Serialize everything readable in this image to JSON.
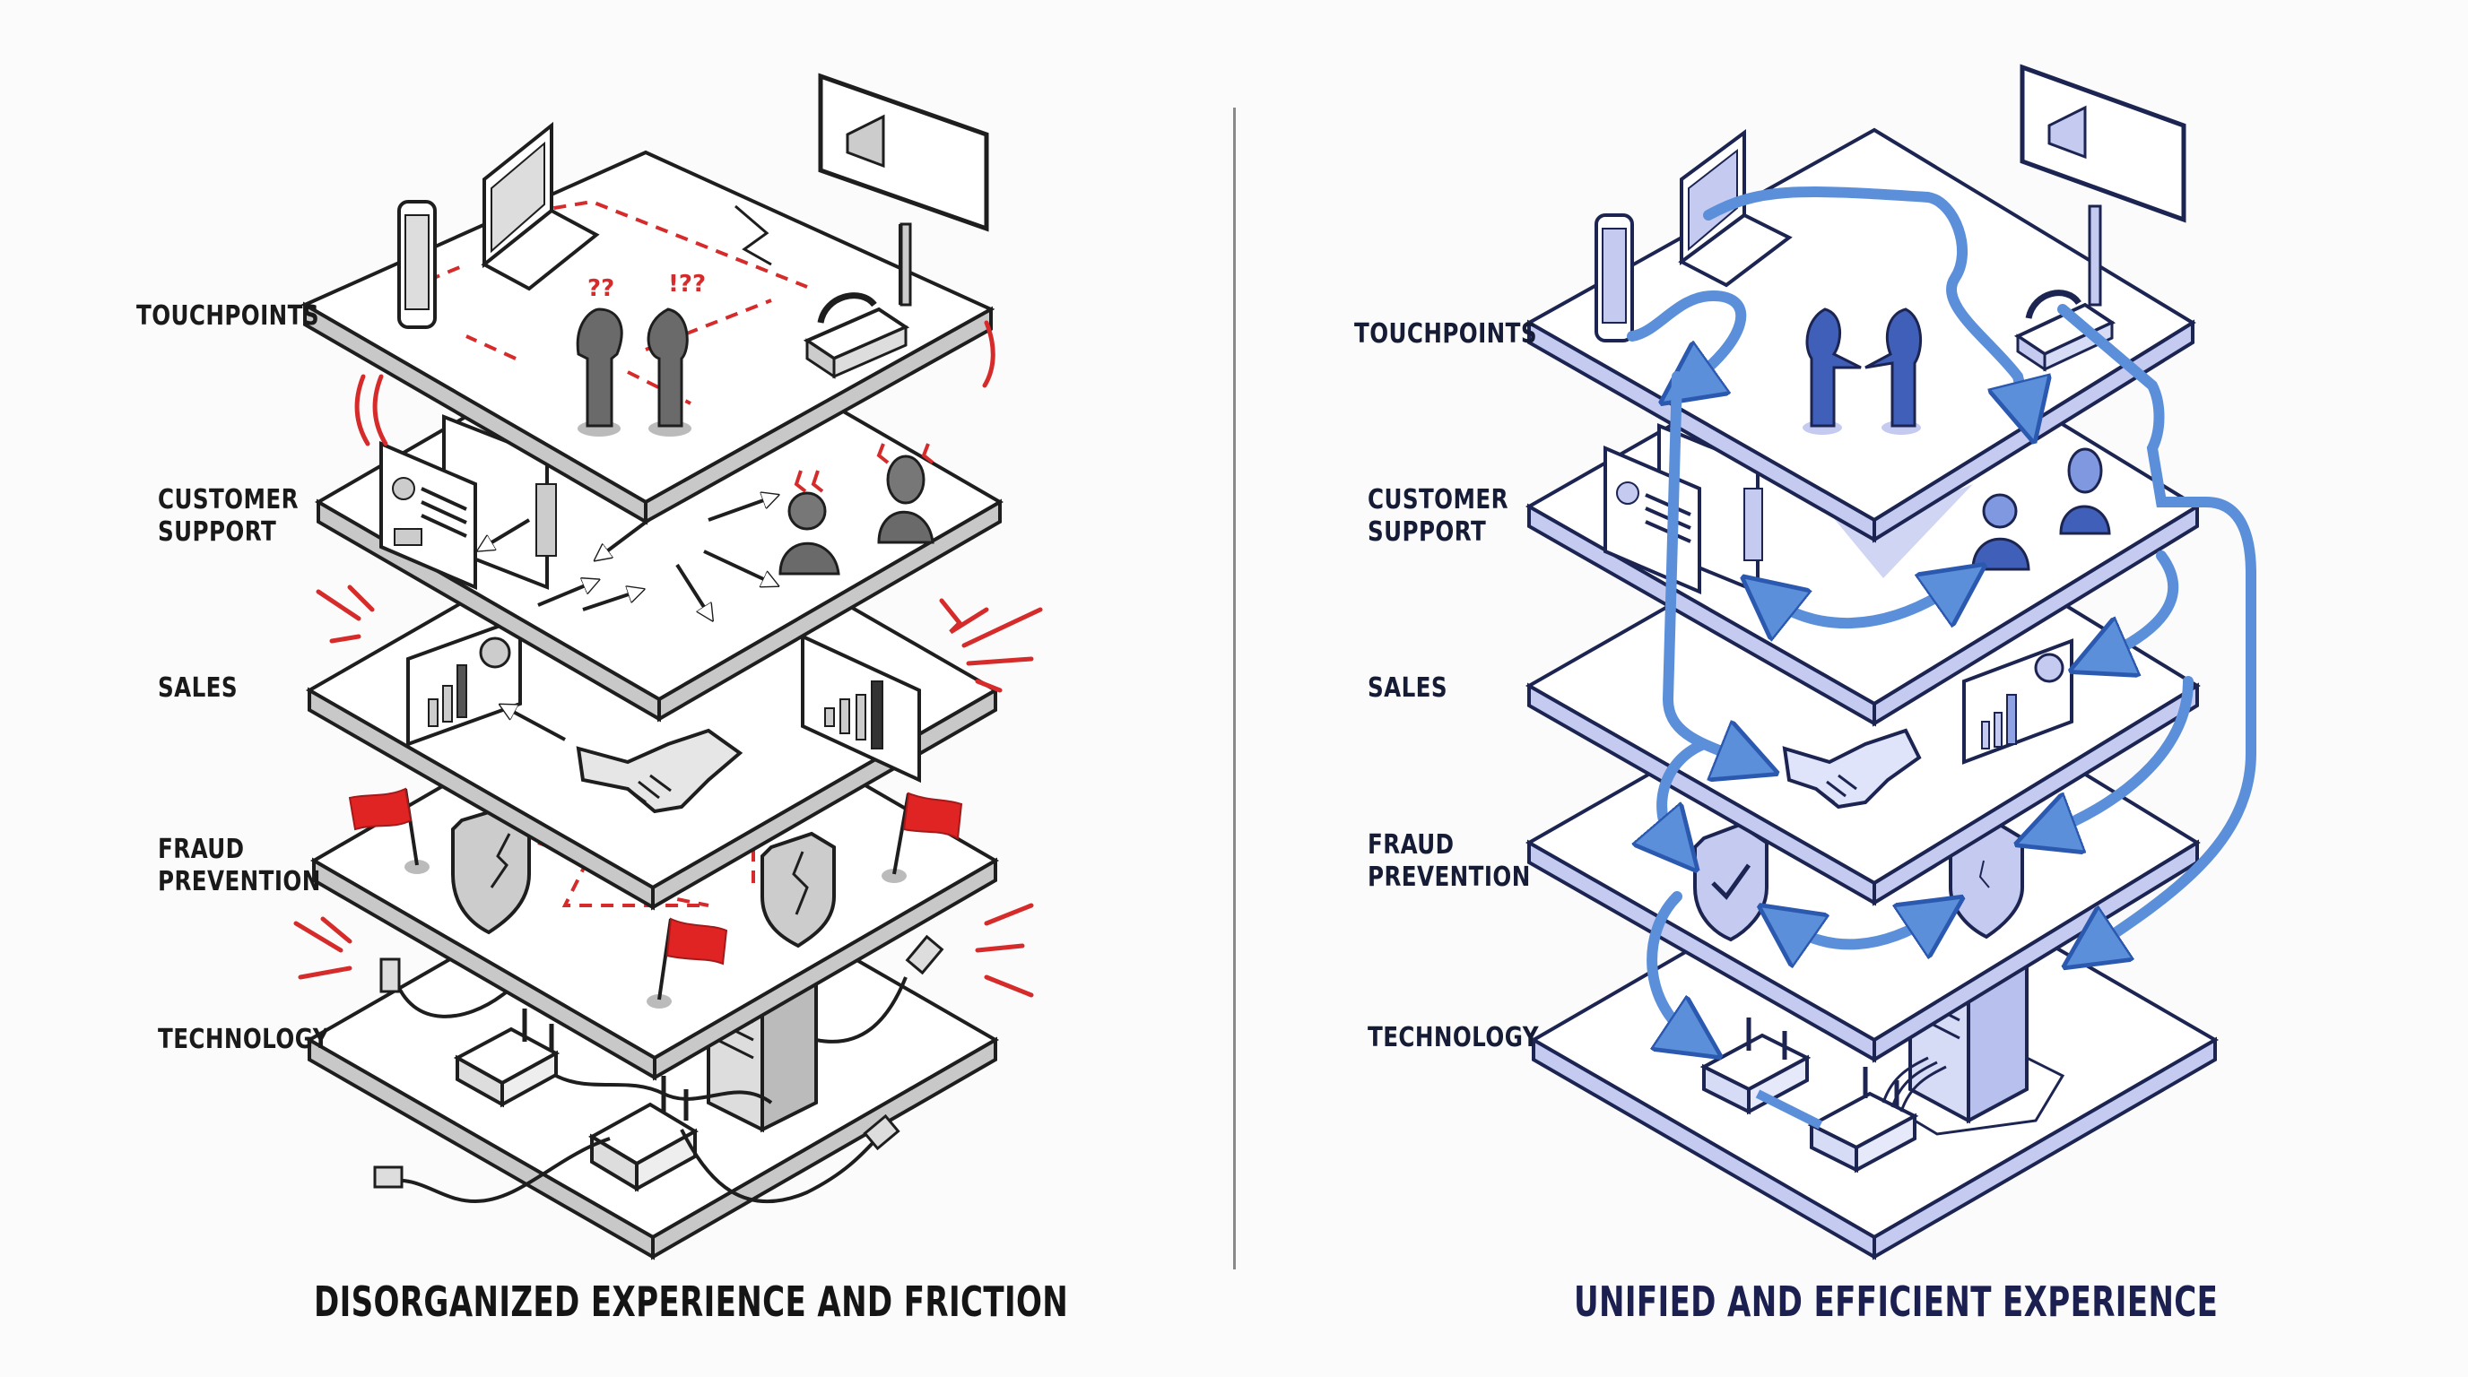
{
  "left_panel": {
    "caption": "DISORGANIZED EXPERIENCE AND FRICTION",
    "theme": {
      "stroke": "#1e1e1e",
      "edge": "#c8c8c8",
      "top": "#ffffff",
      "figure": "#6a6a6a",
      "accent": "#e02424"
    },
    "layers": [
      {
        "label": "TOUCHPOINTS",
        "icons": [
          "smartphone-icon",
          "laptop-icon",
          "billboard-megaphone-icon",
          "desk-phone-icon",
          "confused-people-icon"
        ]
      },
      {
        "label": "CUSTOMER\nSUPPORT",
        "icons": [
          "crm-windows-icon",
          "frustrated-agents-icon",
          "scattered-arrows-icon"
        ]
      },
      {
        "label": "SALES",
        "icons": [
          "bar-chart-board-icon",
          "handshake-icon",
          "bar-chart-board-icon"
        ]
      },
      {
        "label": "FRAUD\nPREVENTION",
        "icons": [
          "red-flag-icon",
          "cracked-shield-icon",
          "cracked-shield-icon",
          "red-flag-icon",
          "red-flag-icon"
        ]
      },
      {
        "label": "TECHNOLOGY",
        "icons": [
          "router-icon",
          "server-tower-icon",
          "loose-cable-icon",
          "tangled-cables-icon"
        ]
      }
    ],
    "annotations": [
      "?",
      "?",
      "!",
      "?",
      "?"
    ]
  },
  "right_panel": {
    "caption": "UNIFIED AND EFFICIENT EXPERIENCE",
    "theme": {
      "stroke": "#1c2452",
      "edge": "#c4caf0",
      "top": "#ffffff",
      "figure": "#3f5fb8",
      "accent": "#5b8fd9",
      "accent_outline": "#2c59b0"
    },
    "layers": [
      {
        "label": "TOUCHPOINTS",
        "icons": [
          "smartphone-icon",
          "laptop-icon",
          "billboard-megaphone-icon",
          "desk-phone-icon",
          "handshake-people-icon"
        ]
      },
      {
        "label": "CUSTOMER\nSUPPORT",
        "icons": [
          "crm-windows-icon",
          "support-agents-icon",
          "double-arrow-icon"
        ]
      },
      {
        "label": "SALES",
        "icons": [
          "handshake-icon",
          "bar-chart-board-icon"
        ]
      },
      {
        "label": "FRAUD\nPREVENTION",
        "icons": [
          "check-shield-icon",
          "shield-icon",
          "double-arrow-icon"
        ]
      },
      {
        "label": "TECHNOLOGY",
        "icons": [
          "router-icon",
          "router-icon",
          "server-tower-icon"
        ]
      }
    ]
  }
}
